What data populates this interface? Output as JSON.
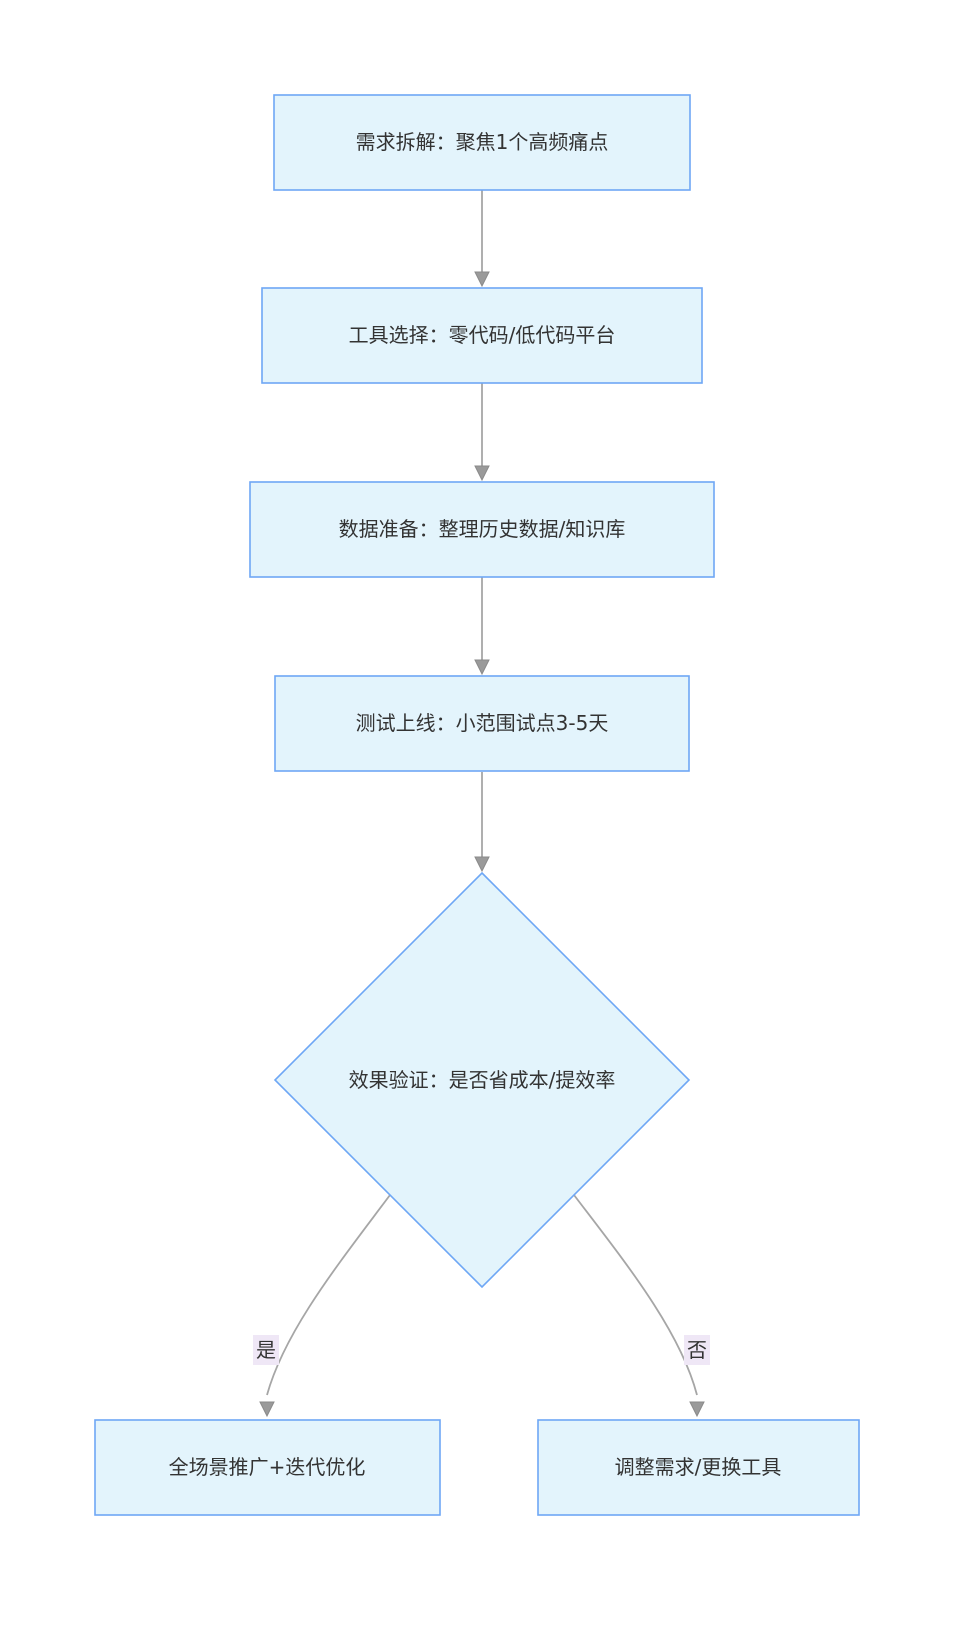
{
  "diagram": {
    "nodes": {
      "step1": "需求拆解：聚焦1个高频痛点",
      "step2": "工具选择：零代码/低代码平台",
      "step3": "数据准备：整理历史数据/知识库",
      "step4": "测试上线：小范围试点3-5天",
      "decision": "效果验证：是否省成本/提效率",
      "yes_result": "全场景推广+迭代优化",
      "no_result": "调整需求/更换工具"
    },
    "edge_labels": {
      "yes": "是",
      "no": "否"
    },
    "colors": {
      "node_fill": "#e3f4fc",
      "node_border": "#6ea7f5",
      "edge": "#a6a6a6",
      "edge_label_bg": "#efe7f6"
    }
  }
}
